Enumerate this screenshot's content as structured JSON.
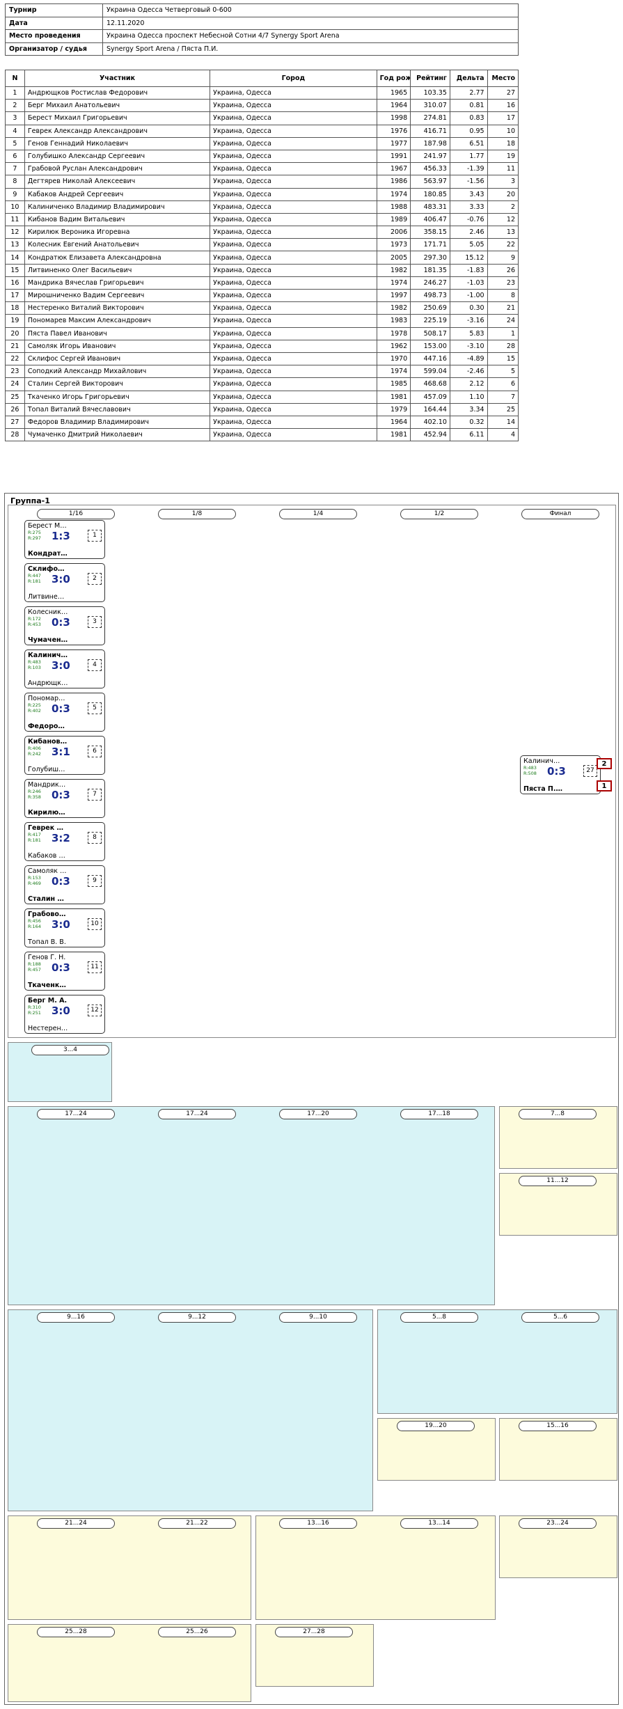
{
  "info": [
    {
      "label": "Турнир",
      "value": "Украина Одесса Четверговый 0-600"
    },
    {
      "label": "Дата",
      "value": "12.11.2020"
    },
    {
      "label": "Место проведения",
      "value": "Украина Одесса проспект Небесной Сотни 4/7 Synergy Sport Arena"
    },
    {
      "label": "Организатор / судья",
      "value": "Synergy Sport Arena / Пяста П.И."
    }
  ],
  "headers": [
    "N",
    "Участник",
    "Город",
    "Год рожд.",
    "Рейтинг",
    "Дельта",
    "Место"
  ],
  "players": [
    [
      "1",
      "Андрющков Ростислав Федорович",
      "Украина, Одесса",
      "1965",
      "103.35",
      "2.77",
      "27"
    ],
    [
      "2",
      "Берг Михаил Анатольевич",
      "Украина, Одесса",
      "1964",
      "310.07",
      "0.81",
      "16"
    ],
    [
      "3",
      "Берест Михаил Григорьевич",
      "Украина, Одесса",
      "1998",
      "274.81",
      "0.83",
      "17"
    ],
    [
      "4",
      "Геврек Александр Александрович",
      "Украина, Одесса",
      "1976",
      "416.71",
      "0.95",
      "10"
    ],
    [
      "5",
      "Генов Геннадий Николаевич",
      "Украина, Одесса",
      "1977",
      "187.98",
      "6.51",
      "18"
    ],
    [
      "6",
      "Голубишко Александр Сергеевич",
      "Украина, Одесса",
      "1991",
      "241.97",
      "1.77",
      "19"
    ],
    [
      "7",
      "Грабовой Руслан Александрович",
      "Украина, Одесса",
      "1967",
      "456.33",
      "-1.39",
      "11"
    ],
    [
      "8",
      "Дегтярев Николай Алексеевич",
      "Украина, Одесса",
      "1986",
      "563.97",
      "-1.56",
      "3"
    ],
    [
      "9",
      "Кабаков Андрей Сергеевич",
      "Украина, Одесса",
      "1974",
      "180.85",
      "3.43",
      "20"
    ],
    [
      "10",
      "Калиниченко Владимир Владимирович",
      "Украина, Одесса",
      "1988",
      "483.31",
      "3.33",
      "2"
    ],
    [
      "11",
      "Кибанов Вадим Витальевич",
      "Украина, Одесса",
      "1989",
      "406.47",
      "-0.76",
      "12"
    ],
    [
      "12",
      "Кирилюк Вероника Игоревна",
      "Украина, Одесса",
      "2006",
      "358.15",
      "2.46",
      "13"
    ],
    [
      "13",
      "Колесник Евгений Анатольевич",
      "Украина, Одесса",
      "1973",
      "171.71",
      "5.05",
      "22"
    ],
    [
      "14",
      "Кондратюк Елизавета Александровна",
      "Украина, Одесса",
      "2005",
      "297.30",
      "15.12",
      "9"
    ],
    [
      "15",
      "Литвиненко Олег Васильевич",
      "Украина, Одесса",
      "1982",
      "181.35",
      "-1.83",
      "26"
    ],
    [
      "16",
      "Мандрика Вячеслав Григорьевич",
      "Украина, Одесса",
      "1974",
      "246.27",
      "-1.03",
      "23"
    ],
    [
      "17",
      "Мирошниченко Вадим Сергеевич",
      "Украина, Одесса",
      "1997",
      "498.73",
      "-1.00",
      "8"
    ],
    [
      "18",
      "Нестеренко Виталий Викторович",
      "Украина, Одесса",
      "1982",
      "250.69",
      "0.30",
      "21"
    ],
    [
      "19",
      "Пономарев Максим Александрович",
      "Украина, Одесса",
      "1983",
      "225.19",
      "-3.16",
      "24"
    ],
    [
      "20",
      "Пяста Павел Иванович",
      "Украина, Одесса",
      "1978",
      "508.17",
      "5.83",
      "1"
    ],
    [
      "21",
      "Самоляк Игорь Иванович",
      "Украина, Одесса",
      "1962",
      "153.00",
      "-3.10",
      "28"
    ],
    [
      "22",
      "Склифос Сергей Иванович",
      "Украина, Одесса",
      "1970",
      "447.16",
      "-4.89",
      "15"
    ],
    [
      "23",
      "Соподкий Александр Михайлович",
      "Украина, Одесса",
      "1974",
      "599.04",
      "-2.46",
      "5"
    ],
    [
      "24",
      "Сталин Сергей Викторович",
      "Украина, Одесса",
      "1985",
      "468.68",
      "2.12",
      "6"
    ],
    [
      "25",
      "Ткаченко Игорь Григорьевич",
      "Украина, Одесса",
      "1981",
      "457.09",
      "1.10",
      "7"
    ],
    [
      "26",
      "Топал Виталий Вячеславович",
      "Украина, Одесса",
      "1979",
      "164.44",
      "3.34",
      "25"
    ],
    [
      "27",
      "Федоров Владимир Владимирович",
      "Украина, Одесса",
      "1964",
      "402.10",
      "0.32",
      "14"
    ],
    [
      "28",
      "Чумаченко Дмитрий Николаевич",
      "Украина, Одесса",
      "1981",
      "452.94",
      "6.11",
      "4"
    ]
  ],
  "group_title": "Группа-1",
  "rounds": [
    "1/16",
    "1/8",
    "1/4",
    "1/2",
    "Финал",
    "3...4",
    "17...24",
    "17...24",
    "17...20",
    "17...18",
    "7...8",
    "11...12",
    "9...16",
    "9...12",
    "9...10",
    "5...8",
    "5...6",
    "19...20",
    "15...16",
    "21...24",
    "21...22",
    "13...16",
    "13...14",
    "23...24",
    "25...28",
    "25...26",
    "27...28"
  ],
  "matches": [
    {
      "a": "Берест М. Г.",
      "ra": "R:275",
      "b": "Кондратюк Е. А.",
      "rb": "R:297",
      "s": "1:3",
      "n": "1",
      "w": "b"
    },
    {
      "a": "Склифос С. И.",
      "ra": "R:447",
      "b": "Литвиненко О. ...",
      "rb": "R:181",
      "s": "3:0",
      "n": "2",
      "w": "a"
    },
    {
      "a": "Колесник Е. А.",
      "ra": "R:172",
      "b": "Чумаченко Д. Н.",
      "rb": "R:453",
      "s": "0:3",
      "n": "3",
      "w": "b"
    },
    {
      "a": "Калиниченко В....",
      "ra": "R:483",
      "b": "Андрющков Р. Ф.",
      "rb": "R:103",
      "s": "3:0",
      "n": "4",
      "w": "a"
    },
    {
      "a": "Пономарев М. А.",
      "ra": "R:225",
      "b": "Федоров В. В.",
      "rb": "R:402",
      "s": "0:3",
      "n": "5",
      "w": "b"
    },
    {
      "a": "Кибанов В. В.",
      "ra": "R:406",
      "b": "Голубишко А. С.",
      "rb": "R:242",
      "s": "3:1",
      "n": "6",
      "w": "a"
    },
    {
      "a": "Мандрика В. Г.",
      "ra": "R:246",
      "b": "Кирилюк В. И.",
      "rb": "R:358",
      "s": "0:3",
      "n": "7",
      "w": "b"
    },
    {
      "a": "Геврек А. А.",
      "ra": "R:417",
      "b": "Кабаков А. С.",
      "rb": "R:181",
      "s": "3:2",
      "n": "8",
      "w": "a"
    },
    {
      "a": "Самоляк И. И.",
      "ra": "R:153",
      "b": "Сталин С. В.",
      "rb": "R:469",
      "s": "0:3",
      "n": "9",
      "w": "b"
    },
    {
      "a": "Грабовой Р. А.",
      "ra": "R:456",
      "b": "Топал В. В.",
      "rb": "R:164",
      "s": "3:0",
      "n": "10",
      "w": "a"
    },
    {
      "a": "Генов Г. Н.",
      "ra": "R:188",
      "b": "Ткаченко И. Г.",
      "rb": "R:457",
      "s": "0:3",
      "n": "11",
      "w": "b"
    },
    {
      "a": "Берг М. А.",
      "ra": "R:310",
      "b": "Нестеренко В....",
      "rb": "R:251",
      "s": "3:0",
      "n": "12",
      "w": "a"
    }
  ],
  "final": {
    "a": "Калиниченко В....",
    "ra": "R:483",
    "b": "Пяста П. И.",
    "rb": "R:508",
    "s": "0:3",
    "n": "27",
    "pa": "2",
    "pb": "1"
  }
}
